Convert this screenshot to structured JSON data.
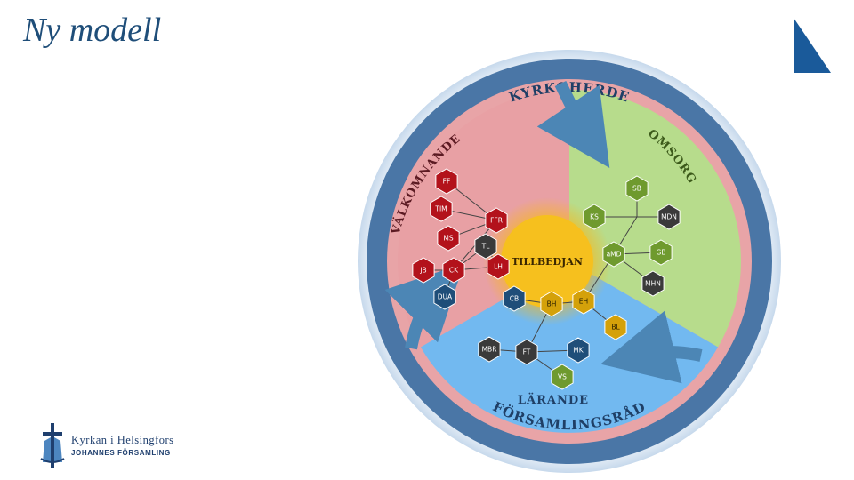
{
  "slide": {
    "title": "Ny modell"
  },
  "logo": {
    "line1": "Kyrkan i Helsingfors",
    "line2": "JOHANNES FÖRSAMLING"
  },
  "diagram": {
    "outer_ring": {
      "top": "KYRKOHERDE",
      "bottom": "FÖRSAMLINGSRÅD"
    },
    "sectors": {
      "welcome": "VÄLKOMNANDE",
      "care": "OMSORG",
      "learning": "LÄRANDE"
    },
    "center": "TILLBEDJAN",
    "colors": {
      "outer": "#4a76a6",
      "ring": "#e8a4a7",
      "welcome": "#e8a0a4",
      "care": "#b7dc8c",
      "learning": "#72b9f0",
      "center": "#f6c01e",
      "arrow": "#4c86b5",
      "hex_red": "#b3121b",
      "hex_blue": "#1f4e79",
      "hex_green": "#6f9a2e",
      "hex_dark": "#3a3a3a",
      "hex_gold": "#d4a10a"
    },
    "nodes": [
      {
        "label": "FF",
        "color": "hex_red"
      },
      {
        "label": "TIM",
        "color": "hex_red"
      },
      {
        "label": "MS",
        "color": "hex_red"
      },
      {
        "label": "FFR",
        "color": "hex_red"
      },
      {
        "label": "JB",
        "color": "hex_red"
      },
      {
        "label": "CK",
        "color": "hex_red"
      },
      {
        "label": "TL",
        "color": "hex_dark"
      },
      {
        "label": "DUA",
        "color": "hex_blue"
      },
      {
        "label": "LH",
        "color": "hex_red"
      },
      {
        "label": "SB",
        "color": "hex_green"
      },
      {
        "label": "KS",
        "color": "hex_green"
      },
      {
        "label": "MDN",
        "color": "hex_dark"
      },
      {
        "label": "aMD",
        "color": "hex_green"
      },
      {
        "label": "GB",
        "color": "hex_green"
      },
      {
        "label": "MHN",
        "color": "hex_dark"
      },
      {
        "label": "CB",
        "color": "hex_blue"
      },
      {
        "label": "BH",
        "color": "hex_gold"
      },
      {
        "label": "EH",
        "color": "hex_gold"
      },
      {
        "label": "BL",
        "color": "hex_gold"
      },
      {
        "label": "MBR",
        "color": "hex_dark"
      },
      {
        "label": "FT",
        "color": "hex_dark"
      },
      {
        "label": "MK",
        "color": "hex_blue"
      },
      {
        "label": "VS",
        "color": "hex_green"
      }
    ]
  }
}
